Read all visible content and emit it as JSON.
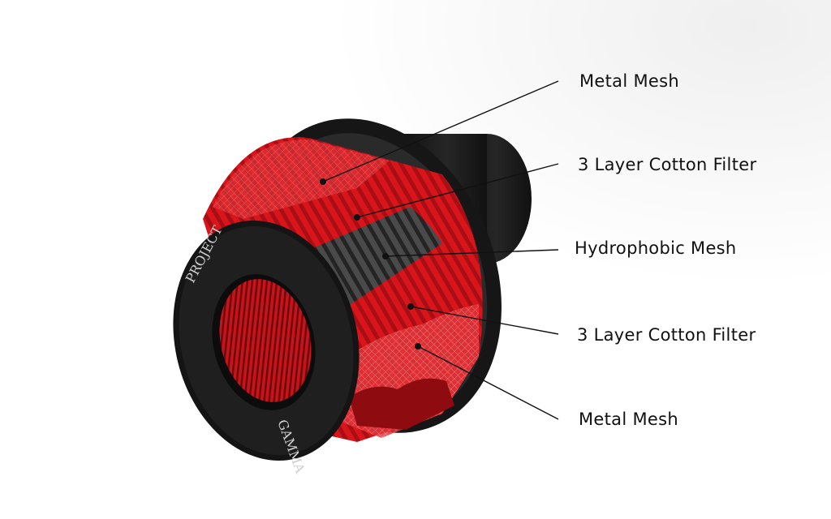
{
  "callouts": [
    {
      "label": "Metal Mesh"
    },
    {
      "label": "3 Layer Cotton Filter"
    },
    {
      "label": "Hydrophobic Mesh"
    },
    {
      "label": "3 Layer Cotton Filter"
    },
    {
      "label": "Metal Mesh"
    }
  ],
  "product": {
    "ring_text_top": "PROJECT",
    "ring_text_bottom": "GAMMA"
  },
  "colors": {
    "filter_red": "#d9141b",
    "dark_red": "#8e0b10",
    "ring_black": "#141414",
    "hydrophobic_gray": "#3a3a3a",
    "leader_line": "#111111"
  }
}
